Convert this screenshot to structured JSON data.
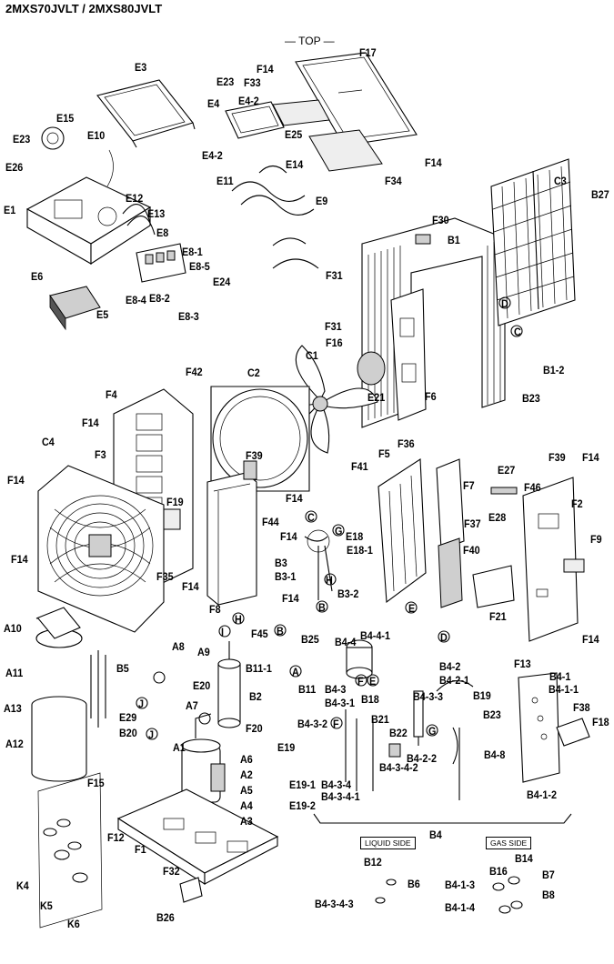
{
  "header": {
    "title": "2MXS70JVLT / 2MXS80JVLT",
    "top_label": "— TOP —"
  },
  "box_labels": {
    "liquid_side": "LIQUID SIDE",
    "gas_side": "GAS SIDE"
  },
  "group_label": "B4",
  "parts": [
    "E3",
    "E23",
    "F33",
    "F14",
    "F17",
    "E4",
    "E4-2",
    "E15",
    "E23",
    "E10",
    "E25",
    "E26",
    "E4-2",
    "E14",
    "E11",
    "F34",
    "F14",
    "C3",
    "B27",
    "E12",
    "E1",
    "E13",
    "E9",
    "F30",
    "B1",
    "E8",
    "E8-1",
    "E8-5",
    "F31",
    "E6",
    "E24",
    "E5",
    "E8-4",
    "E8-2",
    "E8-3",
    "D",
    "C",
    "F31",
    "C1",
    "F16",
    "B1-2",
    "F42",
    "C2",
    "F4",
    "E21",
    "F6",
    "B23",
    "F14",
    "C4",
    "F3",
    "F39",
    "F41",
    "F5",
    "F36",
    "F39",
    "F14",
    "E27",
    "F14",
    "F7",
    "F46",
    "F2",
    "F19",
    "F14",
    "E28",
    "F44",
    "C",
    "G",
    "E18",
    "F14",
    "F37",
    "F9",
    "E18-1",
    "B3",
    "B3-1",
    "F40",
    "F14",
    "F35",
    "H",
    "F14",
    "F14",
    "F8",
    "B3-2",
    "F21",
    "B",
    "E",
    "A10",
    "H",
    "F45",
    "B",
    "B25",
    "B4-4",
    "B4-4-1",
    "I",
    "D",
    "F14",
    "A8",
    "A9",
    "A11",
    "B5",
    "B11-1",
    "A",
    "F",
    "E",
    "E20",
    "B2",
    "B11",
    "B4-2",
    "F13",
    "J",
    "B4-3",
    "B4-1",
    "E29",
    "B4-2-1",
    "A7",
    "B4-3-1",
    "B18",
    "B4-3-3",
    "B19",
    "B4-1-1",
    "A13",
    "B4-3-2",
    "F",
    "B21",
    "B23",
    "F38",
    "G",
    "F18",
    "A12",
    "B20",
    "J",
    "F20",
    "B22",
    "E19",
    "A1",
    "A6",
    "B4-8",
    "A2",
    "B4-2-2",
    "B4-3-4-2",
    "E19-1",
    "A5",
    "B4-3-4",
    "A4",
    "B4-3-4-1",
    "B4-1-2",
    "E19-2",
    "F15",
    "A3",
    "F12",
    "F1",
    "B12",
    "B14",
    "B6",
    "B16",
    "B7",
    "F32",
    "K4",
    "K5",
    "K6",
    "B26",
    "B4-3-4-3",
    "B4-1-3",
    "B4-1-4",
    "B8"
  ]
}
